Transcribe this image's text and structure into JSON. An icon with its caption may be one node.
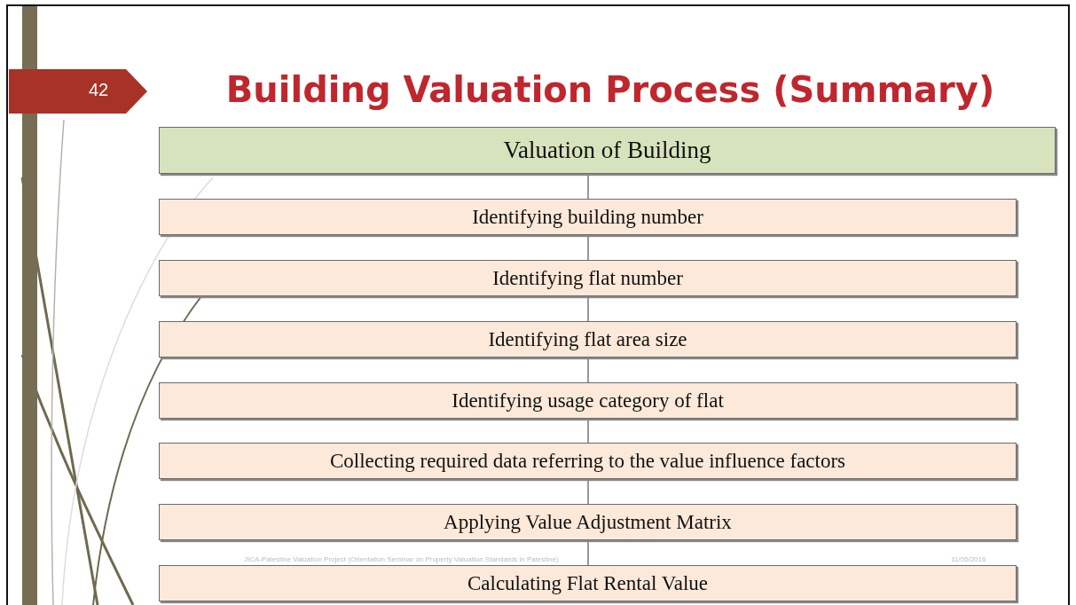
{
  "diagram": {
    "title": "Building Valuation Process (Summary)",
    "nodes": [
      {
        "text": [
          "Valuation of Building"
        ]
      },
      {
        "text": [
          "Identifying building number"
        ]
      },
      {
        "text": [
          "Identifying flat number"
        ]
      },
      {
        "text": [
          "Identifying flat area size"
        ]
      },
      {
        "text": [
          "Identifying usage category of flat"
        ]
      },
      {
        "text": [
          "Collecting required data referring to the value influence factors"
        ]
      },
      {
        "text": [
          "Applying Value Adjustment Matrix"
        ]
      },
      {
        "text": [
          "Calculating Flat Rental Value"
        ]
      }
    ],
    "edges": [
      {
        "from": 0,
        "to": 1,
        "arrow": "none"
      },
      {
        "from": 1,
        "to": 2,
        "arrow": "none"
      },
      {
        "from": 2,
        "to": 3,
        "arrow": "none"
      },
      {
        "from": 3,
        "to": 4,
        "arrow": "none"
      },
      {
        "from": 4,
        "to": 5,
        "arrow": "none"
      },
      {
        "from": 5,
        "to": 6,
        "arrow": "none"
      },
      {
        "from": 6,
        "to": 7,
        "arrow": "none"
      }
    ],
    "labels": [
      "42",
      "JICA-Palestine Valuation Project (Orientation Seminar on Property Valuation Standards in Palestine)",
      "11/05/2016"
    ]
  }
}
